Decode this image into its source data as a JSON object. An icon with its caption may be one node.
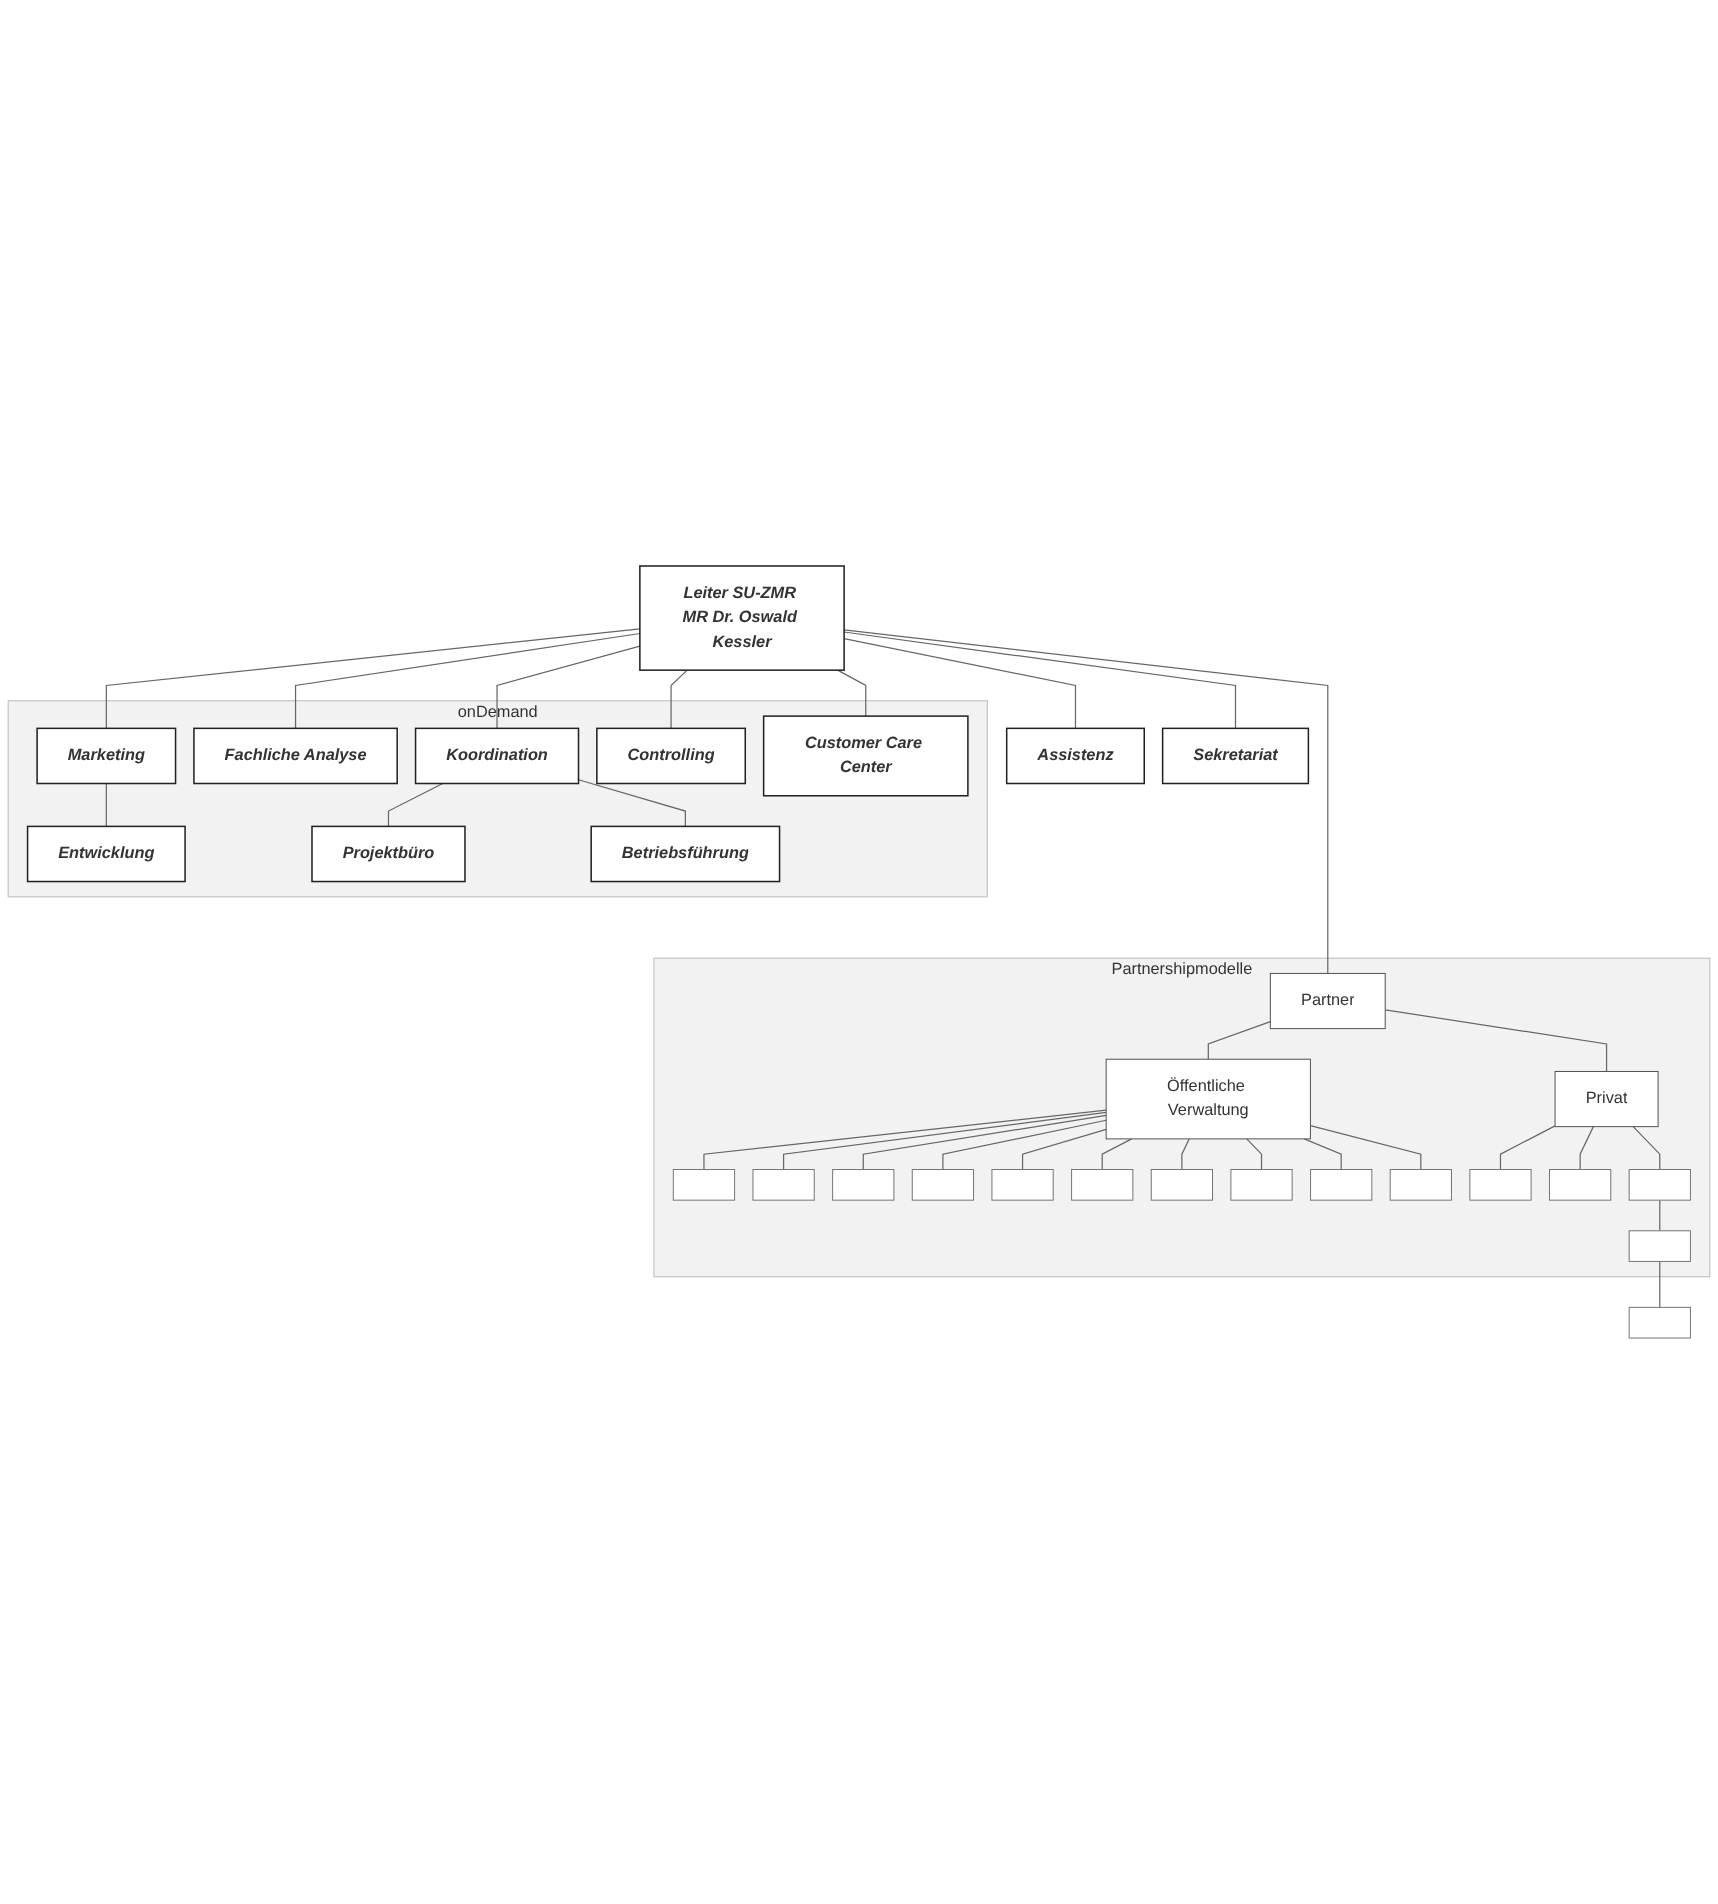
{
  "diagram": {
    "nodes": [
      {
        "text": [
          "Leiter SU-ZMR MR Dr. Oswald Kessler"
        ]
      },
      {
        "text": [
          "Assistenz"
        ]
      },
      {
        "text": [
          "Sekretariat"
        ]
      },
      {
        "text": [
          "onDemand"
        ]
      },
      {
        "text": [
          "Marketing"
        ],
        "in": 3
      },
      {
        "text": [
          "Fachliche Analyse"
        ],
        "in": 3
      },
      {
        "text": [
          "Koordination"
        ],
        "in": 3
      },
      {
        "text": [
          "Controlling"
        ],
        "in": 3
      },
      {
        "text": [
          "Customer Care Center"
        ],
        "in": 3
      },
      {
        "text": [
          "Entwicklung"
        ],
        "in": 3
      },
      {
        "text": [
          "Projektbüro"
        ],
        "in": 3
      },
      {
        "text": [
          "Betriebsführung"
        ],
        "in": 3
      },
      {
        "text": [
          "Partnershipmodelle"
        ]
      },
      {
        "text": [
          "Partner"
        ],
        "in": 12
      },
      {
        "text": [
          "Öffentliche Verwaltung"
        ],
        "in": 12
      },
      {
        "text": [
          "Privat"
        ],
        "in": 12
      },
      {
        "text": [],
        "shape": "box",
        "in": 12
      },
      {
        "text": [],
        "shape": "box",
        "in": 12
      },
      {
        "text": [],
        "shape": "box",
        "in": 12
      },
      {
        "text": [],
        "shape": "box",
        "in": 12
      },
      {
        "text": [],
        "shape": "box",
        "in": 12
      },
      {
        "text": [],
        "shape": "box",
        "in": 12
      },
      {
        "text": [],
        "shape": "box",
        "in": 12
      },
      {
        "text": [],
        "shape": "box",
        "in": 12
      },
      {
        "text": [],
        "shape": "box",
        "in": 12
      },
      {
        "text": [],
        "shape": "box",
        "in": 12
      },
      {
        "text": [],
        "shape": "box",
        "in": 12
      },
      {
        "text": [],
        "shape": "box",
        "in": 12
      },
      {
        "text": [],
        "shape": "box",
        "in": 12
      },
      {
        "text": [],
        "shape": "box",
        "in": 12
      },
      {
        "text": [],
        "shape": "box"
      }
    ],
    "edges": [
      {
        "from": 0,
        "to": 1,
        "arrow": "none"
      },
      {
        "from": 0,
        "to": 2,
        "arrow": "none"
      },
      {
        "from": 0,
        "to": 4,
        "arrow": "none"
      },
      {
        "from": 0,
        "to": 5,
        "arrow": "none"
      },
      {
        "from": 0,
        "to": 6,
        "arrow": "none"
      },
      {
        "from": 0,
        "to": 7,
        "arrow": "none"
      },
      {
        "from": 0,
        "to": 8,
        "arrow": "none"
      },
      {
        "from": 4,
        "to": 9,
        "arrow": "none"
      },
      {
        "from": 6,
        "to": 10,
        "arrow": "none"
      },
      {
        "from": 6,
        "to": 11,
        "arrow": "none"
      },
      {
        "from": 0,
        "to": 13,
        "arrow": "none"
      },
      {
        "from": 13,
        "to": 14,
        "arrow": "none"
      },
      {
        "from": 13,
        "to": 15,
        "arrow": "none"
      },
      {
        "from": 14,
        "to": 16,
        "arrow": "none"
      },
      {
        "from": 14,
        "to": 17,
        "arrow": "none"
      },
      {
        "from": 14,
        "to": 18,
        "arrow": "none"
      },
      {
        "from": 14,
        "to": 19,
        "arrow": "none"
      },
      {
        "from": 14,
        "to": 20,
        "arrow": "none"
      },
      {
        "from": 14,
        "to": 21,
        "arrow": "none"
      },
      {
        "from": 14,
        "to": 22,
        "arrow": "none"
      },
      {
        "from": 14,
        "to": 23,
        "arrow": "none"
      },
      {
        "from": 14,
        "to": 24,
        "arrow": "none"
      },
      {
        "from": 14,
        "to": 25,
        "arrow": "none"
      },
      {
        "from": 15,
        "to": 26,
        "arrow": "none"
      },
      {
        "from": 15,
        "to": 27,
        "arrow": "none"
      },
      {
        "from": 15,
        "to": 28,
        "arrow": "none"
      },
      {
        "from": 28,
        "to": 29,
        "arrow": "none"
      },
      {
        "from": 29,
        "to": 30,
        "arrow": "none"
      }
    ]
  }
}
